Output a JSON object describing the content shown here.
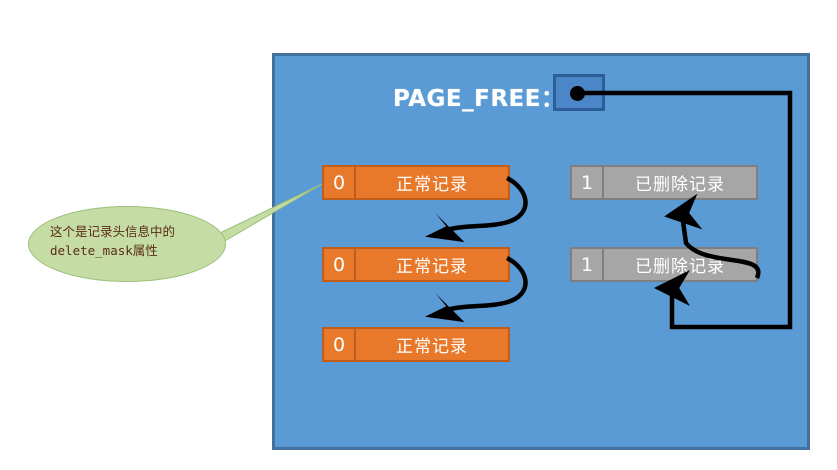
{
  "diagram": {
    "title_label": "PAGE_FREE：",
    "panel_color": "#5B9BD5",
    "panel_border_color": "#41719C",
    "slot_color": "#4A86C8",
    "slot_border_color": "#2E5C96",
    "pointer_dot_color": "#000000",
    "normal_record_color": "#E8792A",
    "normal_record_border_color": "#BF5E1A",
    "deleted_record_color": "#A6A6A6",
    "deleted_record_border_color": "#7F7F7F",
    "link_color": "#000000"
  },
  "records": {
    "normal": [
      {
        "flag": "0",
        "label": "正常记录"
      },
      {
        "flag": "0",
        "label": "正常记录"
      },
      {
        "flag": "0",
        "label": "正常记录"
      }
    ],
    "deleted": [
      {
        "flag": "1",
        "label": "已删除记录"
      },
      {
        "flag": "1",
        "label": "已删除记录"
      }
    ]
  },
  "callout": {
    "text": "这个是记录头信息中的\ndelete_mask属性",
    "fill_color": "#C5DDA4",
    "text_color": "#5A2D14"
  }
}
